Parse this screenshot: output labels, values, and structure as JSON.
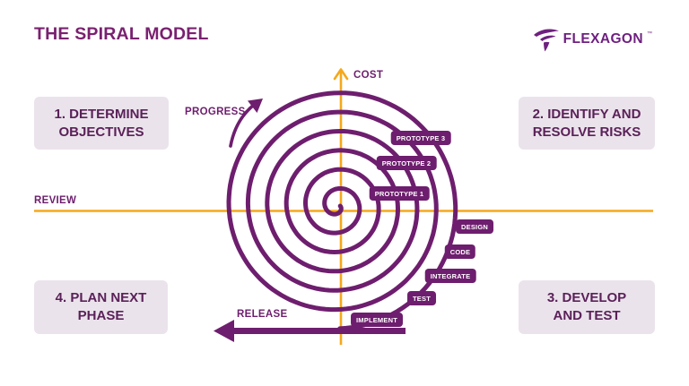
{
  "title": "THE SPIRAL MODEL",
  "logo": {
    "text": "FLEXAGON",
    "trademark": "™"
  },
  "axes": {
    "vertical_label": "COST",
    "horizontal_label": "REVIEW"
  },
  "flow": {
    "progress_label": "PROGRESS",
    "release_label": "RELEASE"
  },
  "quadrants": [
    {
      "id": "determine-objectives",
      "line1": "1. DETERMINE",
      "line2": "OBJECTIVES"
    },
    {
      "id": "identify-resolve-risks",
      "line1": "2. IDENTIFY AND",
      "line2": "RESOLVE RISKS"
    },
    {
      "id": "develop-test",
      "line1": "3. DEVELOP",
      "line2": "AND TEST"
    },
    {
      "id": "plan-next-phase",
      "line1": "4. PLAN NEXT",
      "line2": "PHASE"
    }
  ],
  "phases": [
    {
      "label": "PROTOTYPE 1"
    },
    {
      "label": "PROTOTYPE 2"
    },
    {
      "label": "PROTOTYPE 3"
    },
    {
      "label": "DESIGN"
    },
    {
      "label": "CODE"
    },
    {
      "label": "INTEGRATE"
    },
    {
      "label": "TEST"
    },
    {
      "label": "IMPLEMENT"
    }
  ],
  "colors": {
    "spiral_purple": "#6E1E6E",
    "title_purple": "#7A2170",
    "logo_purple": "#6F2080",
    "quadrant_text": "#5A2158",
    "quadrant_bg": "#EBE3EC",
    "axis_orange": "#F5A81C",
    "phase_text": "#FFFFFF"
  }
}
